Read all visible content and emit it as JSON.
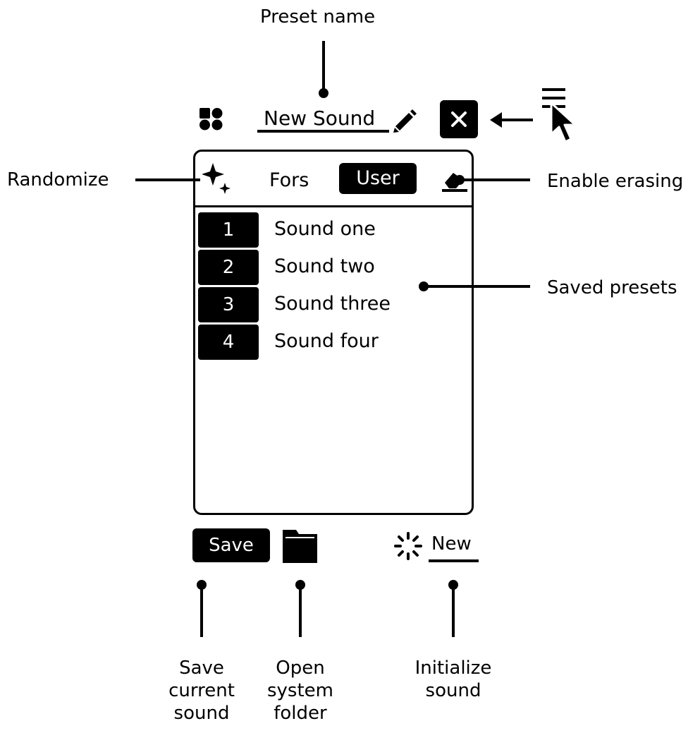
{
  "preset_bar": {
    "preset_name": "New Sound"
  },
  "panel": {
    "tabs": [
      "Fors",
      "User"
    ],
    "presets": [
      {
        "number": "1",
        "name": "Sound one"
      },
      {
        "number": "2",
        "name": "Sound two"
      },
      {
        "number": "3",
        "name": "Sound three"
      },
      {
        "number": "4",
        "name": "Sound four"
      }
    ]
  },
  "footer": {
    "save_label": "Save",
    "new_label": "New"
  },
  "annotations": {
    "preset_name": "Preset name",
    "randomize": "Randomize",
    "enable_erasing": "Enable erasing",
    "saved_presets": "Saved presets",
    "save_current": [
      "Save",
      "current",
      "sound"
    ],
    "open_folder": [
      "Open",
      "system",
      "folder"
    ],
    "initialize": [
      "Initialize",
      "sound"
    ]
  },
  "icons": {
    "grid": "apps-grid-icon",
    "edit": "pencil-icon",
    "close": "close-icon",
    "menu": "hamburger-menu-icon",
    "cursor": "mouse-pointer-icon",
    "randomize": "sparkles-icon",
    "erase": "eraser-icon",
    "folder": "folder-icon",
    "new": "spinner-icon"
  },
  "colors": {
    "foreground": "#000000",
    "background": "#ffffff"
  }
}
